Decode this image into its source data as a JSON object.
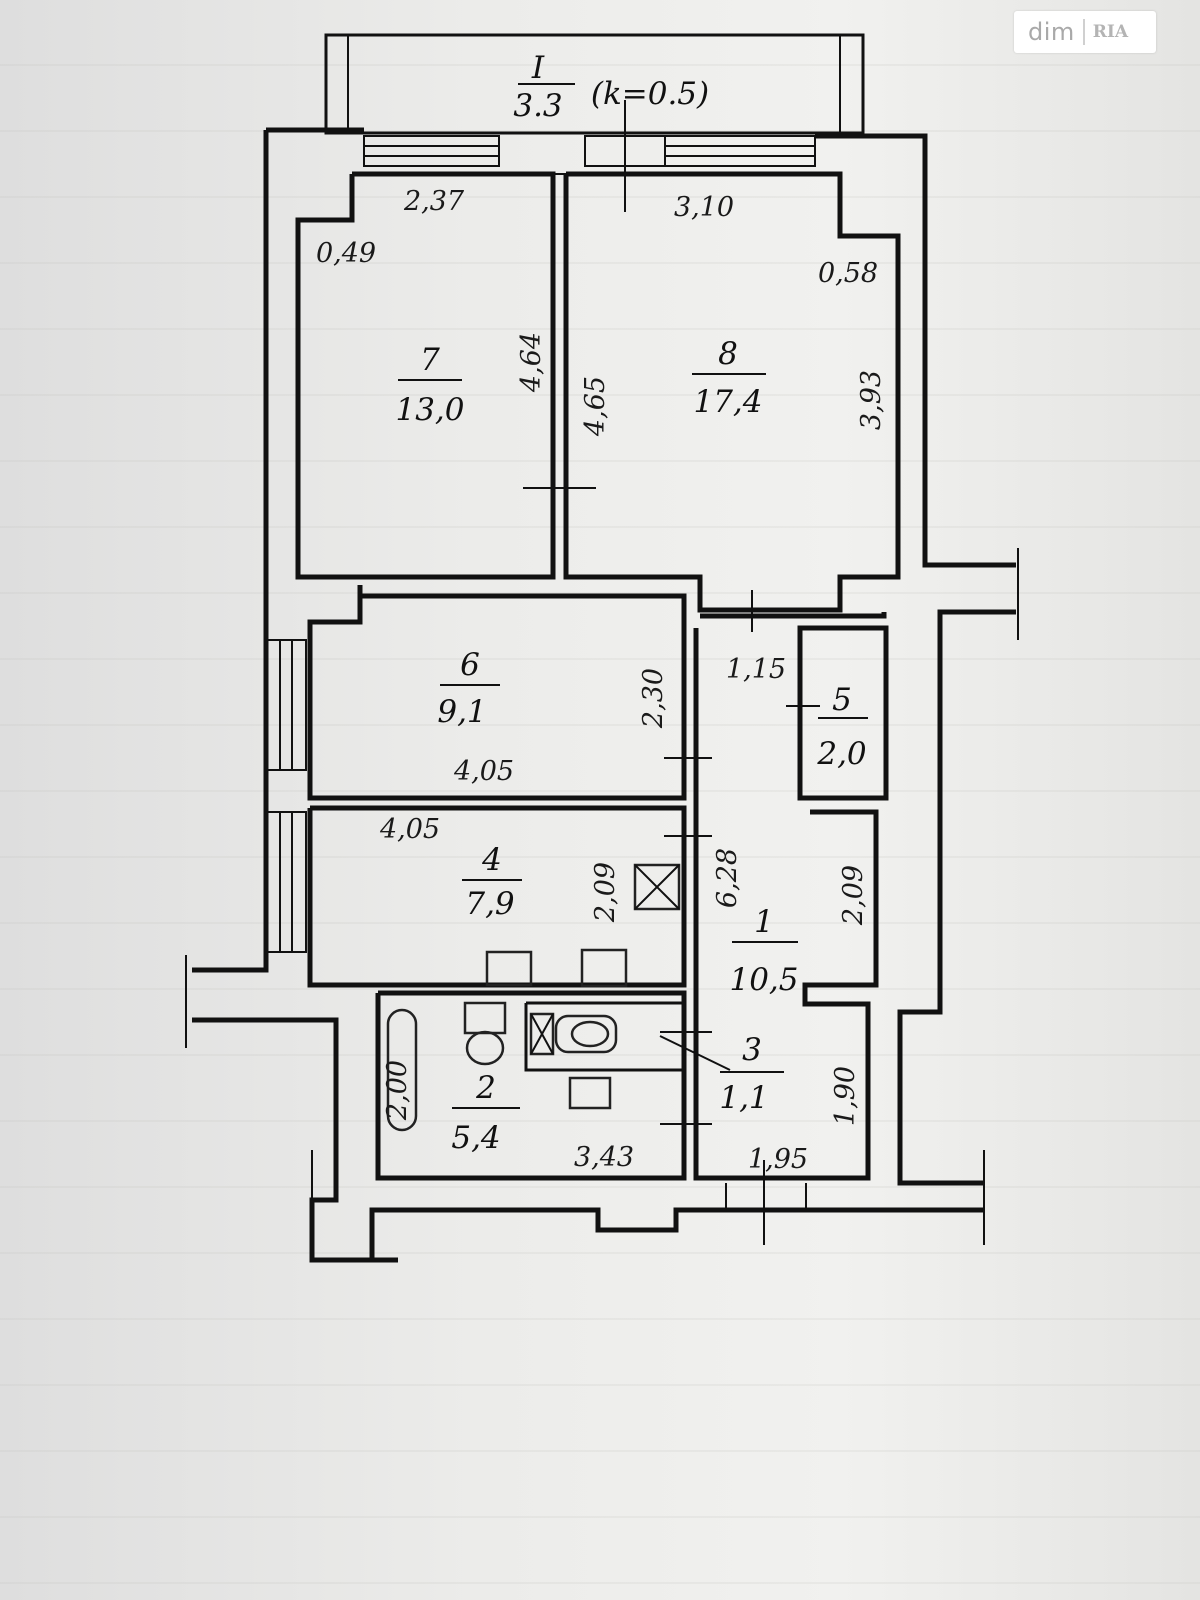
{
  "watermark": {
    "brand_left": "dim",
    "brand_right": "RIA"
  },
  "balcony": {
    "number": "I",
    "area": "3.3",
    "coef": "(k=0.5)"
  },
  "rooms": [
    {
      "id": "7",
      "number": "7",
      "area": "13,0"
    },
    {
      "id": "8",
      "number": "8",
      "area": "17,4"
    },
    {
      "id": "6",
      "number": "6",
      "area": "9,1"
    },
    {
      "id": "5",
      "number": "5",
      "area": "2,0"
    },
    {
      "id": "4",
      "number": "4",
      "area": "7,9"
    },
    {
      "id": "1",
      "number": "1",
      "area": "10,5"
    },
    {
      "id": "3",
      "number": "3",
      "area": "1,1"
    },
    {
      "id": "2",
      "number": "2",
      "area": "5,4"
    }
  ],
  "dimensions": {
    "r7_top": "2,37",
    "r8_top": "3,10",
    "r7_corner": "0,49",
    "r8_corner": "0,58",
    "r7_depth": "4,64",
    "r8_depth_left": "4,65",
    "r8_depth_right": "3,93",
    "r6_height": "2,30",
    "r6_width": "4,05",
    "r4_width": "4,05",
    "r4_height": "2,09",
    "hall_length": "6,28",
    "hall_entry": "1,15",
    "hall_height": "2,09",
    "bath_depth": "2,00",
    "bath_width": "3,43",
    "hall_lower_height": "1,90",
    "hall_lower_width": "1,95"
  }
}
